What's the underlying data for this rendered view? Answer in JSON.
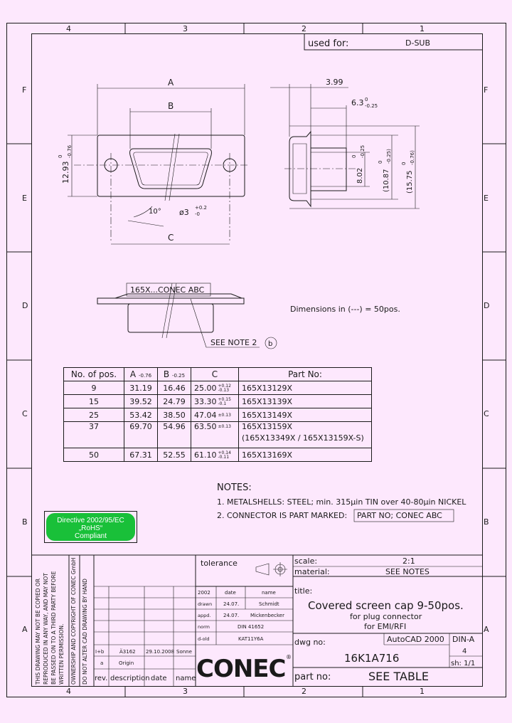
{
  "frame": {
    "columns": [
      "4",
      "3",
      "2",
      "1"
    ],
    "rows": [
      "F",
      "E",
      "D",
      "C",
      "B",
      "A"
    ]
  },
  "used_for": {
    "label": "used for:",
    "value": "D-SUB"
  },
  "dimensions": {
    "A": "A",
    "B": "B",
    "C": "C",
    "height": "12.93",
    "height_tol_top": "0",
    "height_tol_bot": "-0.76",
    "angle": "10°",
    "hole": "ø3",
    "hole_tol_top": "+0.2",
    "hole_tol_bot": "-0",
    "side_top": "3.99",
    "side_6_3": "6.3",
    "side_6_3_tol_top": "0",
    "side_6_3_tol_bot": "-0.25",
    "d1": "8.02",
    "d1_tol_top": "0",
    "d1_tol_bot": "-0.25",
    "d2": "(10.87",
    "d2_tol_top": "0",
    "d2_tol_bot": "-0.25)",
    "d3": "(15.75",
    "d3_tol_top": "0",
    "d3_tol_bot": "-0.76)"
  },
  "marking_label": "165X...CONEC ABC",
  "see_note": "SEE NOTE 2",
  "note_bubble": "b",
  "dimensions_note": "Dimensions in (---) = 50pos.",
  "table": {
    "headers": [
      "No. of pos.",
      "A",
      "-0.76",
      "B",
      "-0.25",
      "C",
      "Part No:"
    ],
    "rows": [
      {
        "pos": "9",
        "a": "31.19",
        "b": "16.46",
        "c": "25.00",
        "ct": "+0.12",
        "cb": "-0.13",
        "part": "165X13129X",
        "part2": ""
      },
      {
        "pos": "15",
        "a": "39.52",
        "b": "24.79",
        "c": "33.30",
        "ct": "+0.15",
        "cb": "-0.1",
        "part": "165X13139X",
        "part2": ""
      },
      {
        "pos": "25",
        "a": "53.42",
        "b": "38.50",
        "c": "47.04",
        "ct": "±0.13",
        "cb": "",
        "part": "165X13149X",
        "part2": ""
      },
      {
        "pos": "37",
        "a": "69.70",
        "b": "54.96",
        "c": "63.50",
        "ct": "±0.13",
        "cb": "",
        "part": "165X13159X",
        "part2": "(165X13349X / 165X13159X-S)"
      },
      {
        "pos": "50",
        "a": "67.31",
        "b": "52.55",
        "c": "61.10",
        "ct": "+0.14",
        "cb": "-0.11",
        "part": "165X13169X",
        "part2": ""
      }
    ]
  },
  "notes": {
    "heading": "NOTES:",
    "n1": "1. METALSHELLS: STEEL; min. 315µin TIN over 40-80µin NICKEL",
    "n2": "2. CONNECTOR IS PART MARKED:",
    "n2_box": "PART NO; CONEC ABC"
  },
  "rohs": {
    "l1": "Directive 2002/95/EC",
    "l2": "„RoHS“",
    "l3": "Compliant"
  },
  "copyright": {
    "c1": "THIS DRAWING MAY NOT BE COPIED OR",
    "c2": "REPRODUCED IN ANY WAY, AND MAY NOT",
    "c3": "BE PASSED ON TO A THIRD PARTY BEFORE",
    "c4": "WRITTEN PERMISSION.",
    "c5": "OWNERSHIP AND COPYRIGHT OF CONEC GmbH",
    "c6": "DO NOT ALTER CAD DRAWING BY HAND"
  },
  "title_block": {
    "tolerance": "tolerance",
    "scale_label": "scale:",
    "scale_value": "2:1",
    "material_label": "material:",
    "material_value": "SEE NOTES",
    "title_label": "title:",
    "title_main": "Covered screen cap 9-50pos.",
    "title_sub1": "for plug connector",
    "title_sub2": "for EMI/RFI",
    "dwg_label": "dwg no:",
    "cad": "AutoCAD 2000",
    "din": "DIN-A",
    "din_size": "4",
    "dwg_no": "16K1A716",
    "sheet": "sh: 1/1",
    "part_label": "part no:",
    "part_value": "SEE TABLE",
    "year": "2002",
    "date_h": "date",
    "name_h": "name",
    "drawn_l": "drawn",
    "drawn_d": "24.07.",
    "drawn_n": "Schmidt",
    "appd_l": "appd.",
    "appd_d": "24.07.",
    "appd_n": "Mickenbecker",
    "norm_l": "norm",
    "norm_v": "DIN 41652",
    "dold_l": "d-old",
    "dold_v": "KAT11Y6A",
    "rev1_r": "I+b",
    "rev1_d": "Ä3162",
    "rev1_date": "29.10.2008",
    "rev1_n": "Sonne",
    "rev2_r": "a",
    "rev2_d": "Origin",
    "rev_h": "rev.",
    "desc_h": "description",
    "date_h2": "date",
    "name_h2": "name",
    "logo": "CONEC",
    "reg": "®"
  }
}
